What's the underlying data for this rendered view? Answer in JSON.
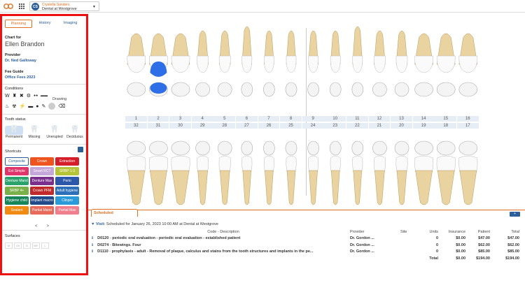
{
  "topbar": {
    "practice_initials": "CS",
    "practice_user": "Crystella Sanders",
    "practice_location": "Dental at Westgrove"
  },
  "sidebar": {
    "tabs": [
      "Planning",
      "History",
      "Imaging"
    ],
    "chart_for_label": "Chart for",
    "patient_name": "Ellen Brandon",
    "provider_label": "Provider",
    "provider_name": "Dr. Ned Galloway",
    "fee_guide_label": "Fee Guide",
    "fee_guide_name": "Office Fees 2023",
    "conditions_label": "Conditions",
    "drawing_label": "Drawing",
    "tooth_status_label": "Tooth status",
    "tooth_status": [
      "Permanent",
      "Missing",
      "Unerupted",
      "Deciduous"
    ],
    "shortcuts_label": "Shortcuts",
    "shortcuts": [
      {
        "label": "Composite",
        "color": "#ffffff"
      },
      {
        "label": "Crown",
        "color": "#f0541e"
      },
      {
        "label": "Extraction",
        "color": "#d61e2b"
      },
      {
        "label": "Ext Simple",
        "color": "#e0356a"
      },
      {
        "label": "Smart RCT",
        "color": "#c4a6d8"
      },
      {
        "label": "SRBP 1-3",
        "color": "#b5c437"
      },
      {
        "label": "Denture Mand",
        "color": "#2aa36b"
      },
      {
        "label": "Denture Max",
        "color": "#7a2f8c"
      },
      {
        "label": "Perio",
        "color": "#2d57a8"
      },
      {
        "label": "SRBP 4+",
        "color": "#79b04a"
      },
      {
        "label": "Crown PFM",
        "color": "#c02a2a"
      },
      {
        "label": "Adult hygiene",
        "color": "#2d6fb8"
      },
      {
        "label": "Hygiene child",
        "color": "#16855a"
      },
      {
        "label": "Implant macro",
        "color": "#214a8a"
      },
      {
        "label": "Clinpro",
        "color": "#2a9ad9"
      },
      {
        "label": "Sealant",
        "color": "#f08a12"
      },
      {
        "label": "Partial Mand",
        "color": "#e86a5a"
      },
      {
        "label": "Partial Max",
        "color": "#f07e8c"
      }
    ],
    "pager_prev": "<",
    "pager_next": ">",
    "surfaces_label": "Surfaces",
    "surfaces": [
      "M",
      "O/I",
      "D",
      "B/F",
      "L"
    ]
  },
  "chart": {
    "upper_numbers": [
      "1",
      "2",
      "3",
      "4",
      "5",
      "6",
      "7",
      "8",
      "9",
      "10",
      "11",
      "12",
      "13",
      "14",
      "15",
      "16"
    ],
    "lower_numbers": [
      "32",
      "31",
      "30",
      "29",
      "28",
      "27",
      "26",
      "25",
      "24",
      "23",
      "22",
      "21",
      "20",
      "19",
      "18",
      "17"
    ],
    "highlight_color": "#2e6ee6"
  },
  "scheduled": {
    "tab_label": "Scheduled",
    "add_label": "+",
    "visit_prefix": "Visit:",
    "visit_text": "Scheduled for January 26, 2023 10:00 AM at Dental at Westgrove",
    "columns": [
      "Code - Description",
      "Provider",
      "Site",
      "Units",
      "Insurance",
      "Patient",
      "Total"
    ],
    "rows": [
      {
        "code": "D0120",
        "desc": "periodic oral evaluation - periodic oral evaluation - established patient",
        "provider": "Dr. Gordon ...",
        "site": "",
        "units": "0",
        "insurance": "$0.00",
        "patient": "$47.00",
        "total": "$47.00"
      },
      {
        "code": "D0274",
        "desc": "Bitewings. Four",
        "provider": "Dr. Gordon ...",
        "site": "",
        "units": "0",
        "insurance": "$0.00",
        "patient": "$62.00",
        "total": "$62.00"
      },
      {
        "code": "D1110",
        "desc": "prophylaxis - adult - Removal of plaque, calculus and stains from the tooth structures and implants in the pe...",
        "provider": "Dr. Gordon ...",
        "site": "",
        "units": "0",
        "insurance": "$0.00",
        "patient": "$85.00",
        "total": "$85.00"
      }
    ],
    "total_label": "Total",
    "total_insurance": "$0.00",
    "total_patient": "$194.00",
    "total_total": "$194.00"
  }
}
